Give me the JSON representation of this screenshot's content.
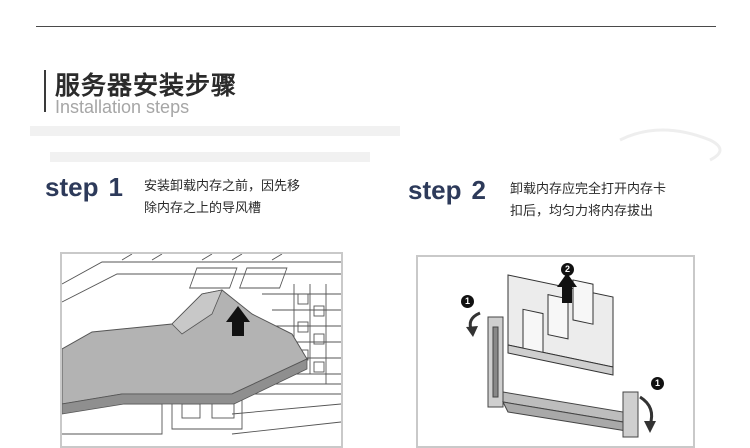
{
  "header": {
    "title_cn": "服务器安装步骤",
    "title_en": "Installation steps"
  },
  "steps": [
    {
      "label": "step",
      "number": "1",
      "text_lines": [
        "安装卸载内存之前，因先移",
        "除内存之上的导风槽"
      ]
    },
    {
      "label": "step",
      "number": "2",
      "text_lines": [
        "卸载内存应完全打开内存卡",
        "扣后，均匀力将内存拔出"
      ]
    }
  ],
  "diagram2": {
    "callouts": [
      "1",
      "2",
      "1"
    ]
  },
  "colors": {
    "step_label": "#2d3a5a",
    "panel_border": "#c9c9c9",
    "rule": "#4a4a4a"
  }
}
